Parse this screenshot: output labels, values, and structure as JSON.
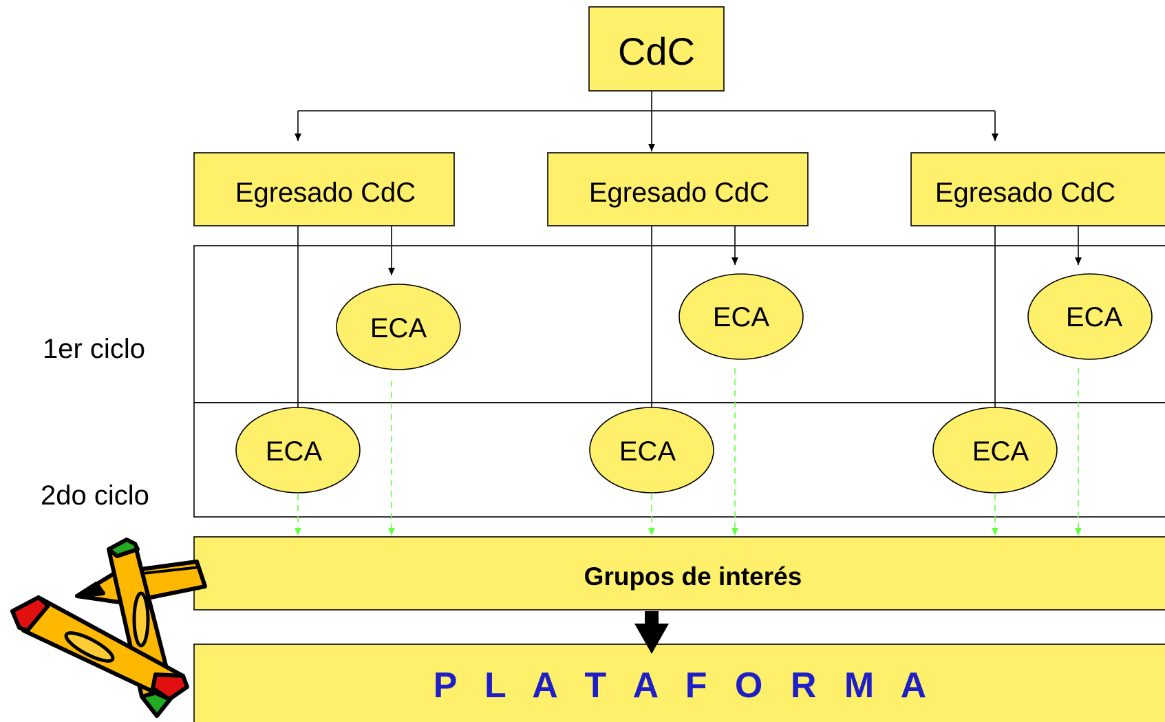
{
  "top_node": {
    "label": "CdC"
  },
  "graduates": [
    {
      "label": "Egresado CdC"
    },
    {
      "label": "Egresado CdC"
    },
    {
      "label": "Egresado CdC"
    }
  ],
  "cycles": {
    "first": "1er ciclo",
    "second": "2do ciclo"
  },
  "eca_label": "ECA",
  "interest_groups": {
    "label": "Grupos de interés"
  },
  "platform": {
    "label": "P L A T A F O R M A"
  },
  "colors": {
    "box_fill": "#FFF06C",
    "dashed_connector": "#66FF44",
    "platform_text": "#1F1FC8"
  },
  "decoration": {
    "icon": "crayons-clipart-icon"
  }
}
